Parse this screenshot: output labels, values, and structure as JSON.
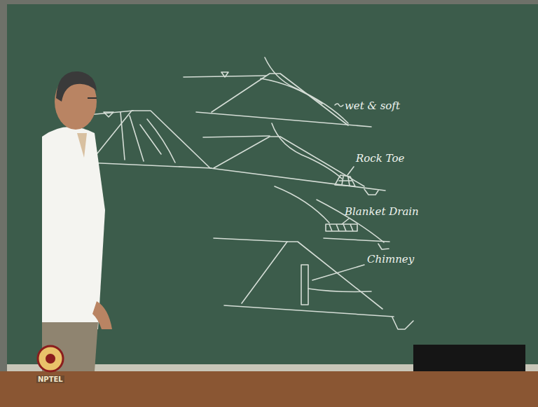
{
  "diagram": {
    "labels": [
      "wet & soft",
      "Rock Toe",
      "Blanket Drain",
      "Chimney",
      "NPTEL"
    ]
  }
}
